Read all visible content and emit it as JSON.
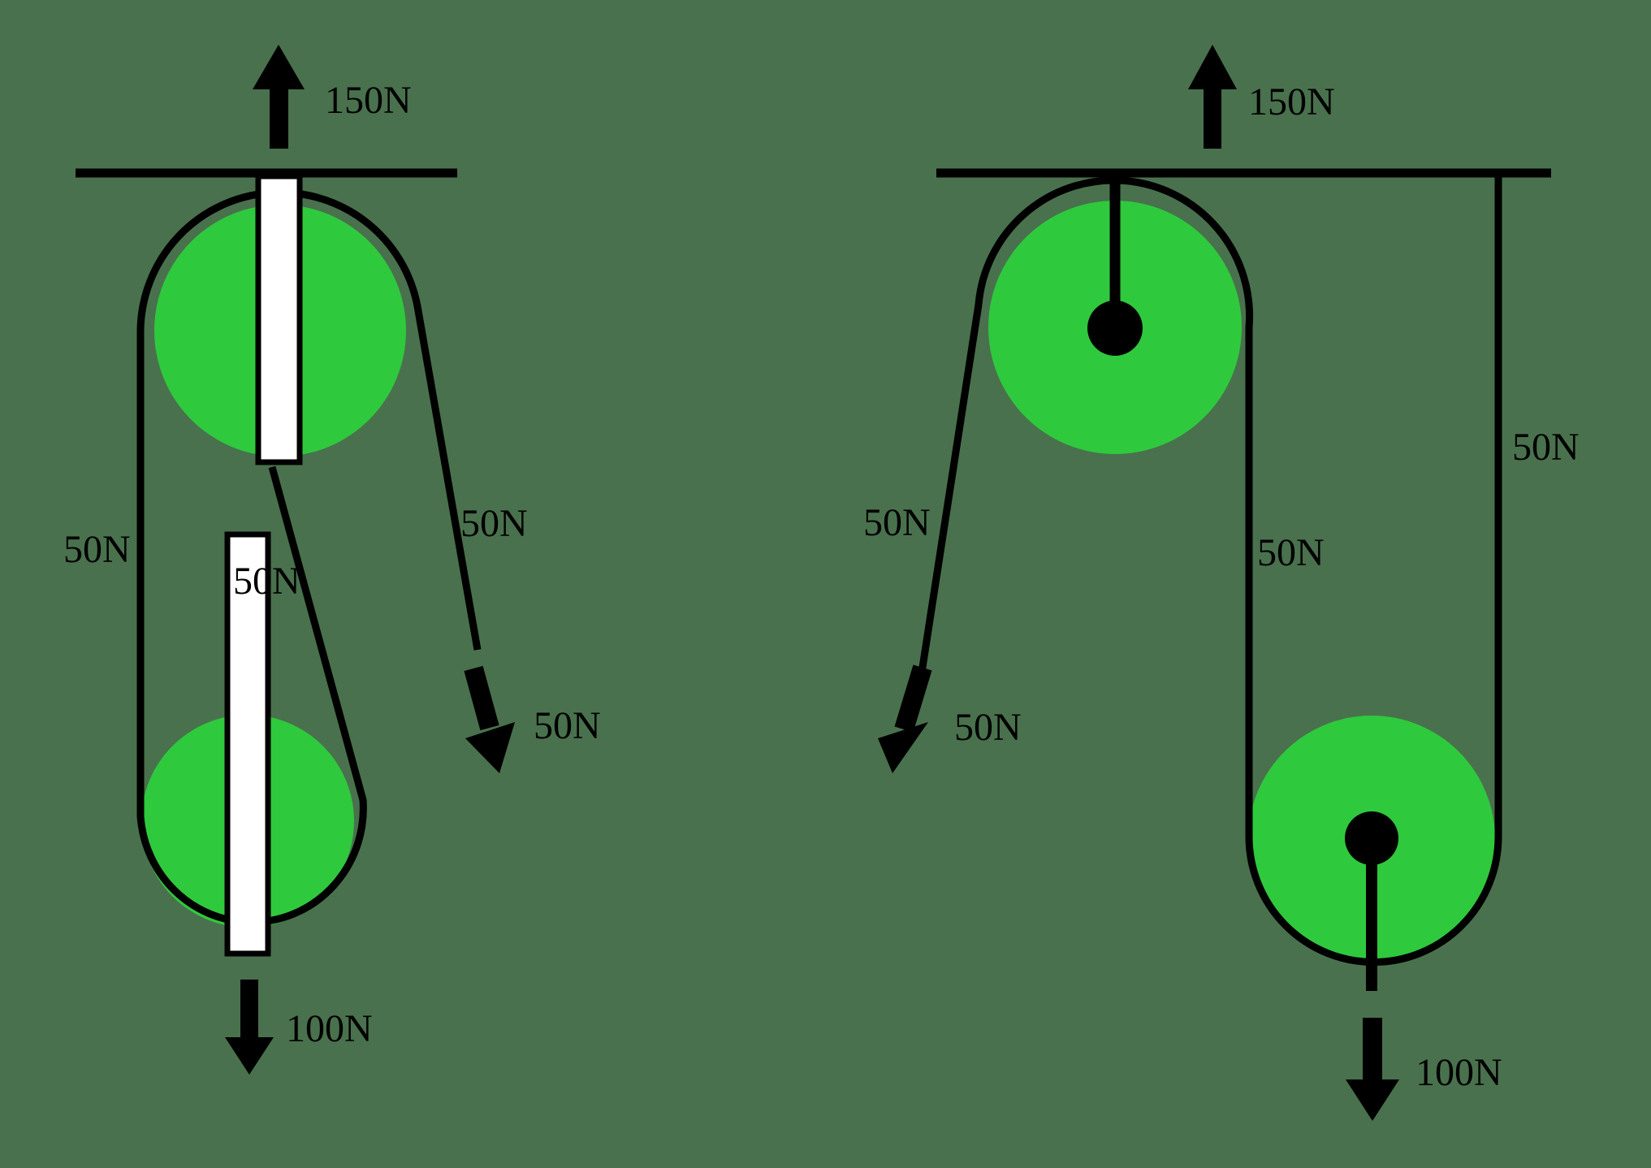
{
  "colors": {
    "background": "#49714d",
    "pulley": "#2fc93d",
    "rope": "#000000",
    "bar": "#ffffff",
    "text": "#000000"
  },
  "left_system": {
    "description": "Block-and-tackle with two pulleys on white bars, mechanical advantage 2",
    "anchor_force_label": "150N",
    "left_rope_label": "50N",
    "anchor_rope_label": "50N",
    "pull_rope_label": "50N",
    "pull_force_label": "50N",
    "load_label": "100N"
  },
  "right_system": {
    "description": "Fixed top pulley and movable bottom pulley with axle dots, mechanical advantage 2",
    "anchor_force_label": "150N",
    "pull_rope_label": "50N",
    "pull_force_label": "50N",
    "left_rope_label": "50N",
    "right_rope_label": "50N",
    "load_label": "100N"
  }
}
